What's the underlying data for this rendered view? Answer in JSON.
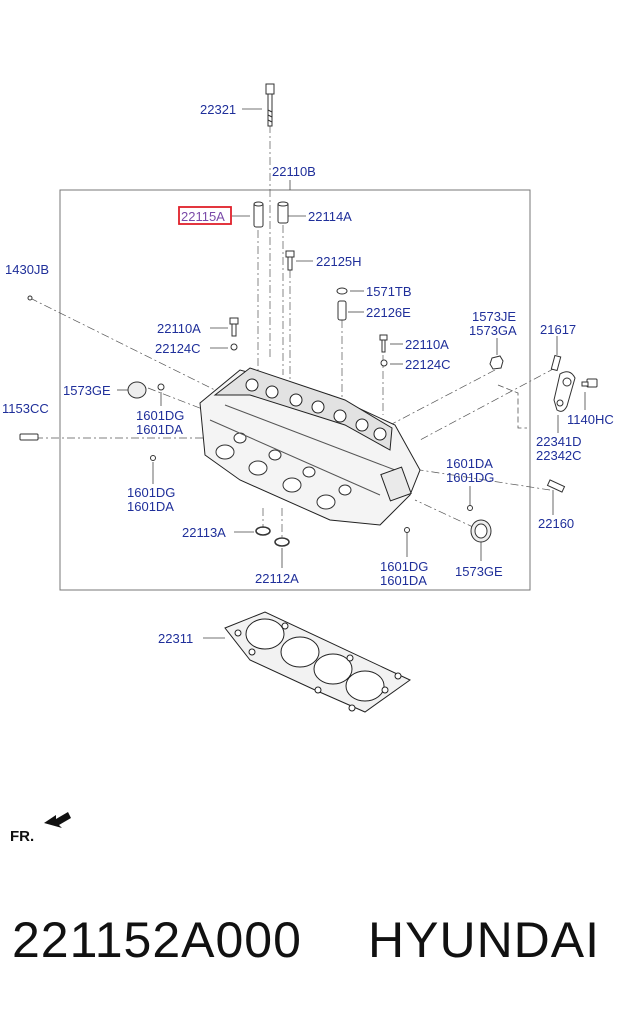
{
  "diagram": {
    "highlight_color": "#e0202a",
    "label_color": "#1f2f9a",
    "labels": [
      {
        "id": "22321",
        "text": "22321"
      },
      {
        "id": "22110B",
        "text": "22110B"
      },
      {
        "id": "22115A",
        "text": "22115A",
        "highlighted": true
      },
      {
        "id": "22114A",
        "text": "22114A"
      },
      {
        "id": "22125H",
        "text": "22125H"
      },
      {
        "id": "1430JB",
        "text": "1430JB"
      },
      {
        "id": "1571TB",
        "text": "1571TB"
      },
      {
        "id": "22126E",
        "text": "22126E"
      },
      {
        "id": "1573JE",
        "text": "1573JE"
      },
      {
        "id": "1573GA",
        "text": "1573GA"
      },
      {
        "id": "21617",
        "text": "21617"
      },
      {
        "id": "22110A_l",
        "text": "22110A"
      },
      {
        "id": "22124C_l",
        "text": "22124C"
      },
      {
        "id": "22110A_r",
        "text": "22110A"
      },
      {
        "id": "22124C_r",
        "text": "22124C"
      },
      {
        "id": "1573GE_l",
        "text": "1573GE"
      },
      {
        "id": "1153CC",
        "text": "1153CC"
      },
      {
        "id": "1601DG_a",
        "text": "1601DG"
      },
      {
        "id": "1601DA_a",
        "text": "1601DA"
      },
      {
        "id": "1140HC",
        "text": "1140HC"
      },
      {
        "id": "22341D",
        "text": "22341D"
      },
      {
        "id": "22342C",
        "text": "22342C"
      },
      {
        "id": "1601DA_b",
        "text": "1601DA"
      },
      {
        "id": "1601DG_b",
        "text": "1601DG"
      },
      {
        "id": "1601DG_c",
        "text": "1601DG"
      },
      {
        "id": "1601DA_c",
        "text": "1601DA"
      },
      {
        "id": "22160",
        "text": "22160"
      },
      {
        "id": "22113A",
        "text": "22113A"
      },
      {
        "id": "1601DG_d",
        "text": "1601DG"
      },
      {
        "id": "1601DA_d",
        "text": "1601DA"
      },
      {
        "id": "1573GE_r",
        "text": "1573GE"
      },
      {
        "id": "22112A",
        "text": "22112A"
      },
      {
        "id": "22311",
        "text": "22311"
      }
    ],
    "direction_label": "FR."
  },
  "footer": {
    "part_number": "221152A000",
    "brand": "HYUNDAI"
  }
}
